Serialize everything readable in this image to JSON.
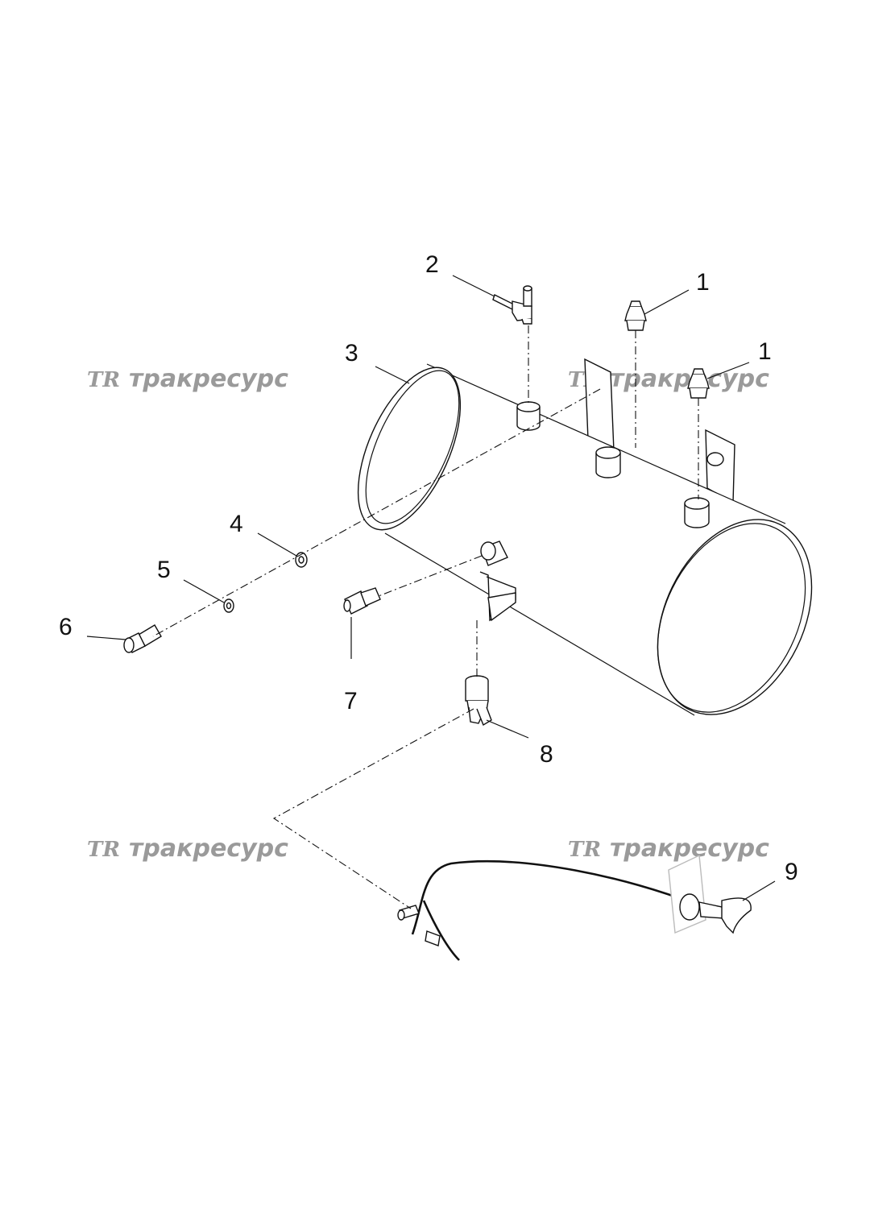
{
  "callouts": {
    "c1a": "1",
    "c1b": "1",
    "c2": "2",
    "c3": "3",
    "c4": "4",
    "c5": "5",
    "c6": "6",
    "c7": "7",
    "c8": "8",
    "c9": "9"
  },
  "watermark": {
    "logo": "TR",
    "text": "тракресурс"
  },
  "colors": {
    "line": "#111111",
    "watermark": "#9a9a9a",
    "background": "#ffffff"
  }
}
